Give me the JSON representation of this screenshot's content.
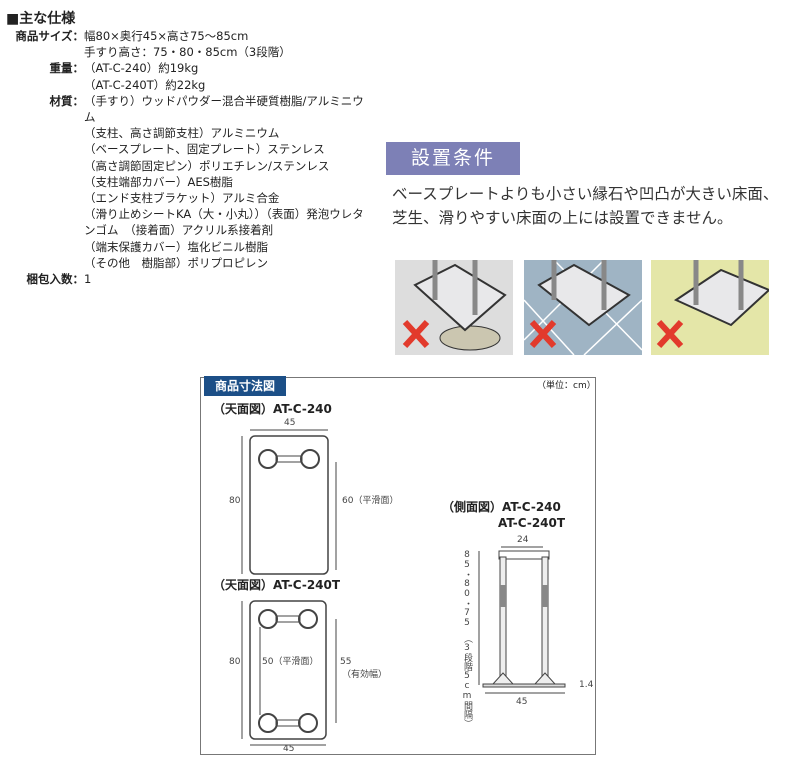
{
  "spec": {
    "title": "■主な仕様",
    "rows": [
      {
        "label": "商品サイズ：",
        "value": "幅80×奥行45×高さ75～85cm"
      },
      {
        "label": "",
        "value": "手すり高さ：75・80・85cm（3段階）"
      },
      {
        "label": "重量：",
        "value": "（AT-C-240）約19kg"
      },
      {
        "label": "",
        "value": "（AT-C-240T）約22kg"
      },
      {
        "label": "材質：",
        "value": "（手すり）ウッドパウダー混合半硬質樹脂/アルミニウム"
      },
      {
        "label": "",
        "value": "（支柱、高さ調節支柱）アルミニウム"
      },
      {
        "label": "",
        "value": "（ベースプレート、固定プレート）ステンレス"
      },
      {
        "label": "",
        "value": "（高さ調節固定ピン）ポリエチレン/ステンレス"
      },
      {
        "label": "",
        "value": "（支柱端部カバー）AES樹脂"
      },
      {
        "label": "",
        "value": "（エンド支柱ブラケット）アルミ合金"
      },
      {
        "label": "",
        "value": "（滑り止めシートKA（大・小丸））（表面）発泡ウレタンゴム　（接着面）アクリル系接着剤"
      },
      {
        "label": "",
        "value": "（端末保護カバー）塩化ビニル樹脂"
      },
      {
        "label": "",
        "value": "（その他　樹脂部）ポリプロピレン"
      },
      {
        "label": "梱包入数：",
        "value": "1"
      }
    ]
  },
  "install": {
    "title": "設置条件",
    "text": "ベースプレートよりも小さい縁石や凹凸が大きい床面、芝生、滑りやすい床面の上には設置できません。",
    "colors": {
      "header": "#7d80b6",
      "cross": "#e23a2c"
    }
  },
  "diagram": {
    "title": "商品寸法図",
    "unit": "（単位：cm）",
    "top1": {
      "label": "（天面図）AT-C-240",
      "w": "45",
      "h": "80",
      "smooth": "60（平滑面）"
    },
    "top2": {
      "label": "（天面図）AT-C-240T",
      "w": "45",
      "h": "80",
      "smooth": "50（平滑面）",
      "eff": "55",
      "eff_label": "（有効幅）"
    },
    "side": {
      "label1": "（側面図）AT-C-240",
      "label2": "AT-C-240T",
      "top": "24",
      "base": "45",
      "thick": "1.4",
      "heights": "85・80・75",
      "steps": "（3段階5cm間隔）"
    }
  }
}
